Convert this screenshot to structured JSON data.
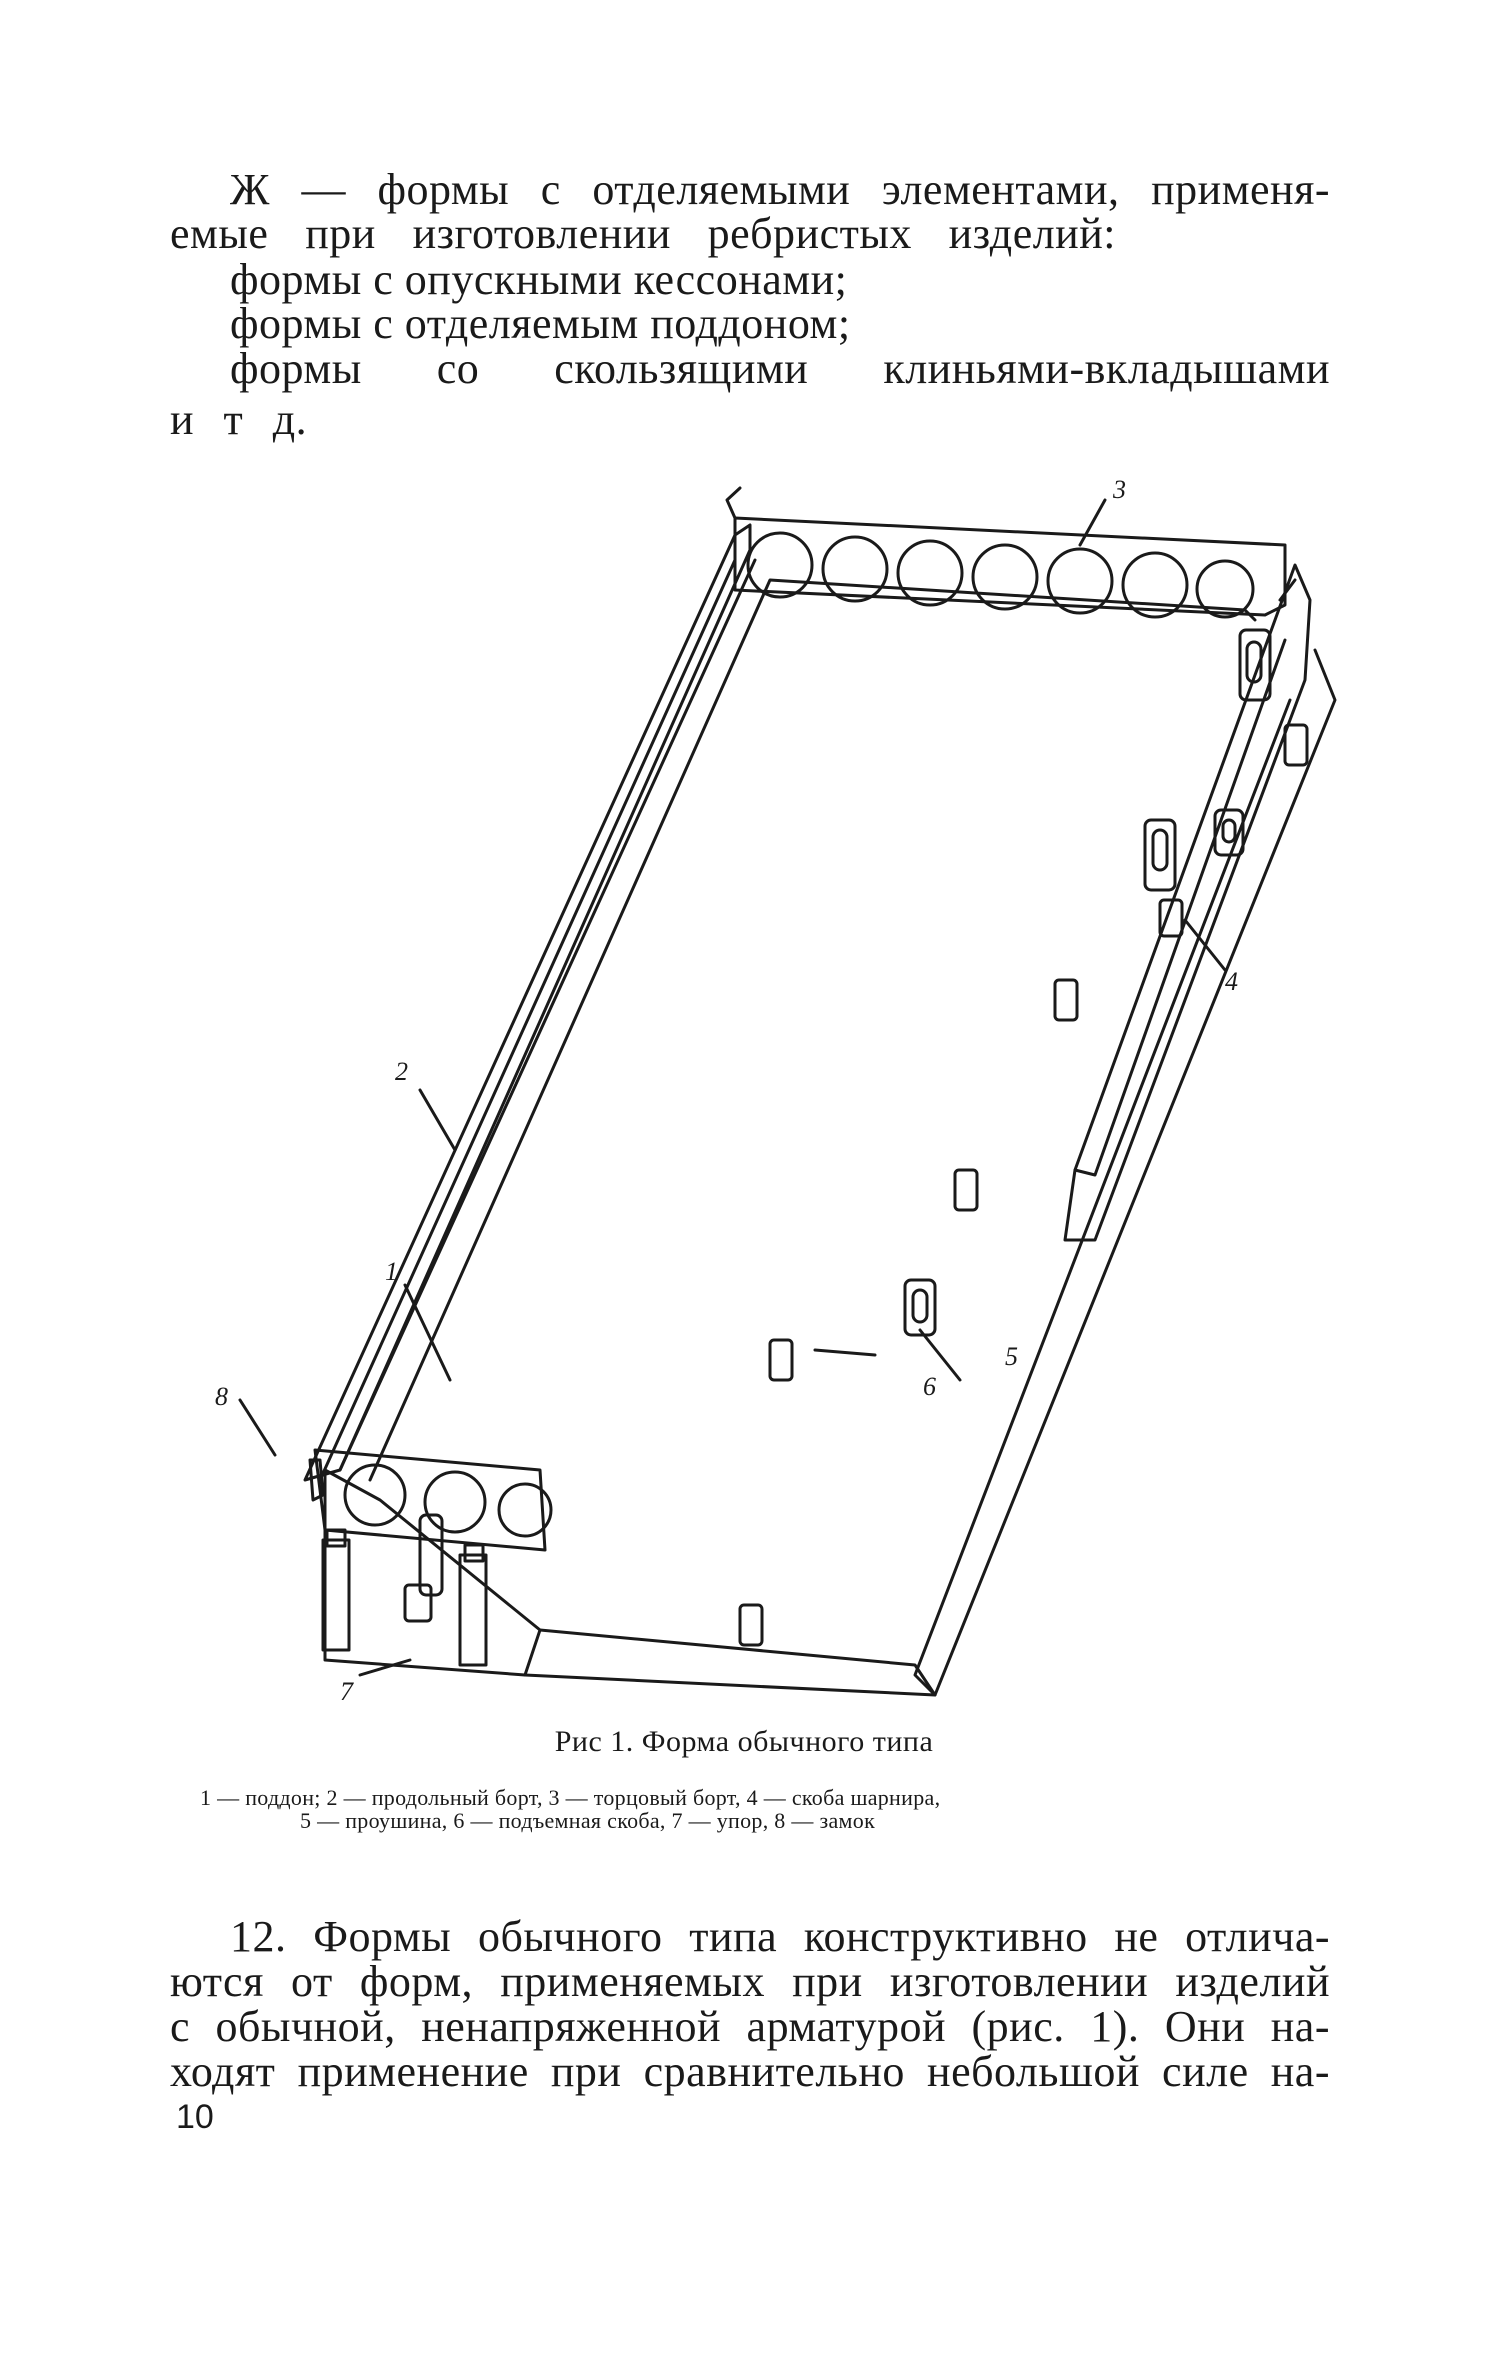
{
  "intro": {
    "line1": "Ж — формы с отделяемыми элементами, применя-",
    "line2": "емые при изготовлении ребристых изделий:",
    "line3": "формы с опускными кессонами;",
    "line4": "формы с отделяемым поддоном;",
    "line5": "формы со скользящими клиньями-вкладышами",
    "line6": "и т д."
  },
  "figure": {
    "callouts": {
      "c1": "1",
      "c2": "2",
      "c3": "3",
      "c4": "4",
      "c5": "5",
      "c6": "6",
      "c7": "7",
      "c8": "8"
    },
    "caption": "Рис 1. Форма обычного типа",
    "legend_line1": "1 — поддон; 2 — продольный борт, 3 — торцовый борт, 4 — скоба шарнира,",
    "legend_line2": "5 — проушина, 6 — подъемная скоба, 7 — упор, 8 — замок"
  },
  "body": {
    "line1": "12. Формы обычного типа конструктивно не отлича-",
    "line2": "ются от форм, применяемых при изготовлении изделий",
    "line3": "с обычной, ненапряженной арматурой (рис. 1). Они на-",
    "line4": "ходят применение при сравнительно небольшой силе на-"
  },
  "page_number": "10"
}
